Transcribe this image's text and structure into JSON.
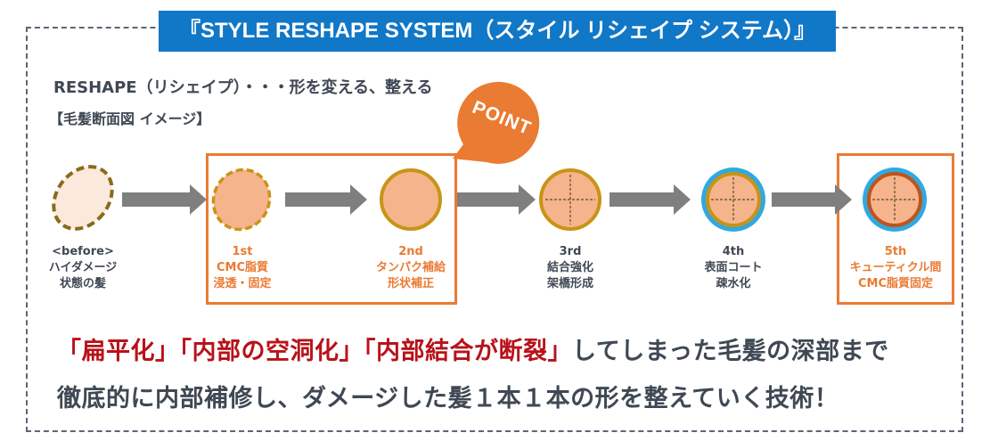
{
  "title": "『STYLE RESHAPE SYSTEM（スタイル リシェイプ システム）』",
  "subtitle": "RESHAPE（リシェイプ）・・・形を変える、整える",
  "image_label": "【毛髪断面図 イメージ】",
  "point_label": "POINT",
  "steps": [
    {
      "label": "<before>",
      "line2": "ハイダメージ",
      "line3": "状態の髪",
      "highlight": false
    },
    {
      "label": "1st",
      "line2": "CMC脂質",
      "line3": "浸透・固定",
      "highlight": true
    },
    {
      "label": "2nd",
      "line2": "タンパク補給",
      "line3": "形状補正",
      "highlight": true
    },
    {
      "label": "3rd",
      "line2": "結合強化",
      "line3": "架橋形成",
      "highlight": false
    },
    {
      "label": "4th",
      "line2": "表面コート",
      "line3": "疎水化",
      "highlight": false
    },
    {
      "label": "5th",
      "line2": "キューティクル間",
      "line3": "CMC脂質固定",
      "highlight": true
    }
  ],
  "bottom": {
    "line1_red": "「扁平化」「内部の空洞化」「内部結合が断裂」",
    "line1_rest": "してしまった毛髪の深部まで",
    "line2": "徹底的に内部補修し、ダメージした髪１本１本の形を整えていく技術！"
  },
  "colors": {
    "banner": "#1177c7",
    "accent_orange": "#ea7b33",
    "hair_fill": "#f5b48c",
    "hair_fill_light": "#fbe9dc",
    "outline_brown": "#8a6a1c",
    "outline_gold": "#c79416",
    "coat_blue": "#31a9df",
    "arrow_gray": "#7f7f7f",
    "text_gray": "#3f4854",
    "text_red": "#b8121a"
  }
}
